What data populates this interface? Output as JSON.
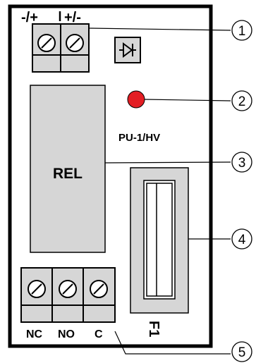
{
  "top_terminal_labels": {
    "left": "-/+",
    "right": "+/-"
  },
  "module_name": "PU-1/HV",
  "relay_label": "REL",
  "fuse_label": "F1",
  "bottom_terminal_labels": [
    "NC",
    "NO",
    "C"
  ],
  "callouts": [
    "1",
    "2",
    "3",
    "4",
    "5"
  ],
  "colors": {
    "led": "#e31e24",
    "component_fill": "#d6d6d6",
    "outline": "#000000"
  }
}
